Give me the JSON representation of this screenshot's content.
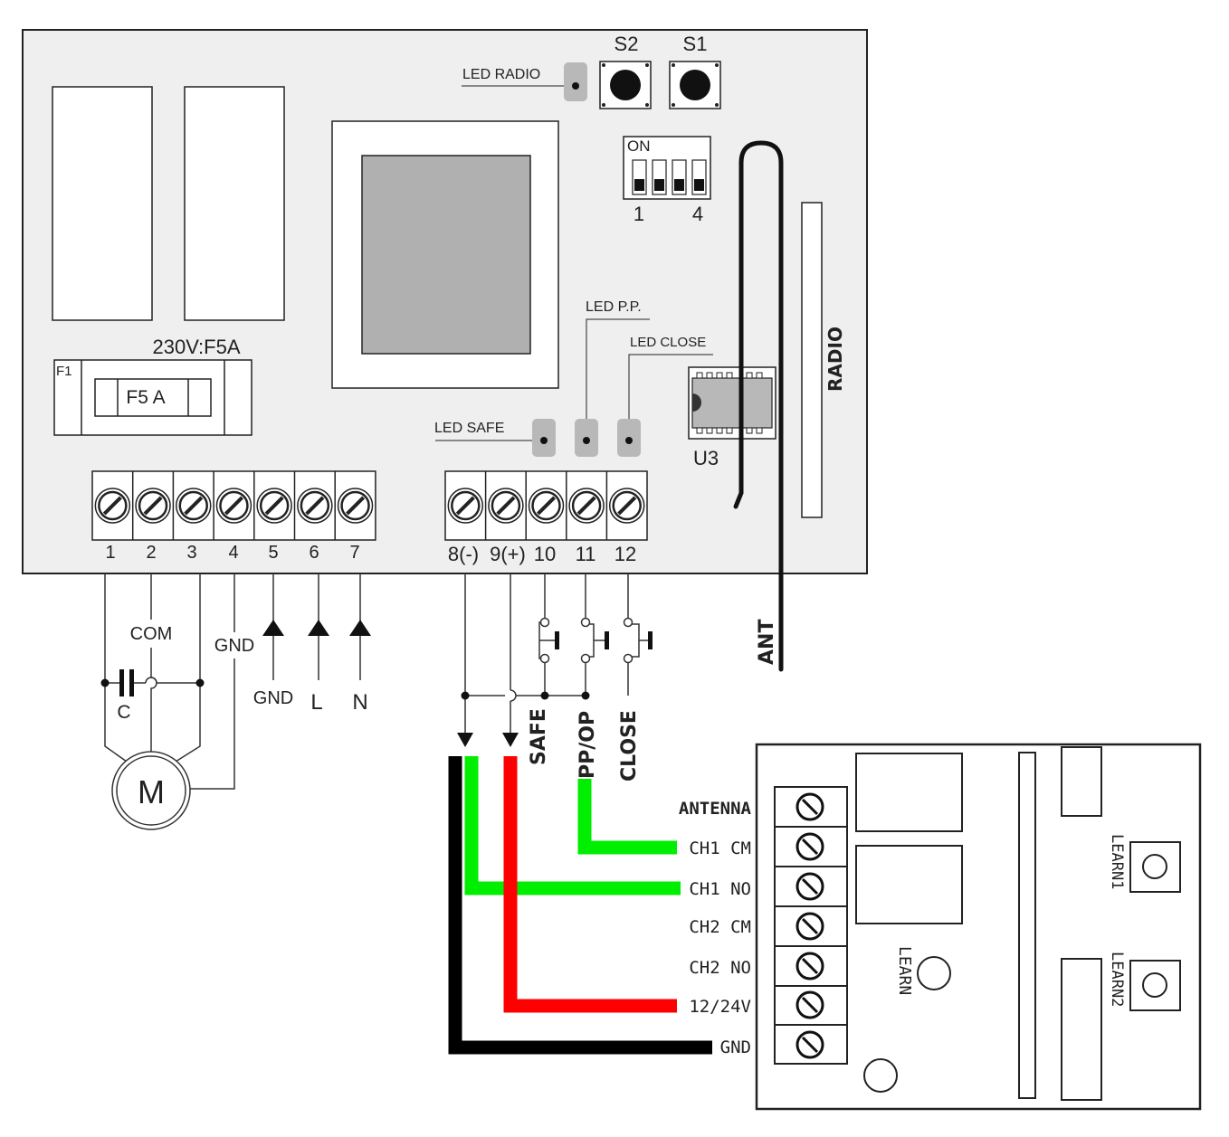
{
  "board": {
    "buttons": [
      "S2",
      "S1"
    ],
    "led_radio": "LED RADIO",
    "led_pp": "LED P.P.",
    "led_close": "LED CLOSE",
    "led_safe": "LED SAFE",
    "dip_on": "ON",
    "dip_first": "1",
    "dip_last": "4",
    "fuse_rating": "230V:F5A",
    "fuse_ref": "F1",
    "fuse_label": "F5 A",
    "ic_label": "U3",
    "radio_label": "RADIO",
    "terminals": [
      "1",
      "2",
      "3",
      "4",
      "5",
      "6",
      "7",
      "8(-)",
      "9(+)",
      "10",
      "11",
      "12"
    ]
  },
  "wiring": {
    "com": "COM",
    "gnd_motor": "GND",
    "capacitor": "C",
    "motor": "M",
    "power": [
      "GND",
      "L",
      "N"
    ],
    "inputs": [
      "SAFE",
      "PP/OP",
      "CLOSE"
    ],
    "antenna": "ANT"
  },
  "receiver": {
    "terminals": [
      "ANTENNA",
      "CH1 CM",
      "CH1 NO",
      "CH2 CM",
      "CH2 NO",
      "12/24V",
      "GND"
    ],
    "learn": "LEARN",
    "learn1": "LEARN1",
    "learn2": "LEARN2"
  },
  "colors": {
    "green_wire": "#00ee00",
    "red_wire": "#ff0000",
    "black_wire": "#000000",
    "board_fill": "#efefef",
    "led_fill": "#b8b8b8",
    "transformer_core": "#b0b0b0"
  }
}
